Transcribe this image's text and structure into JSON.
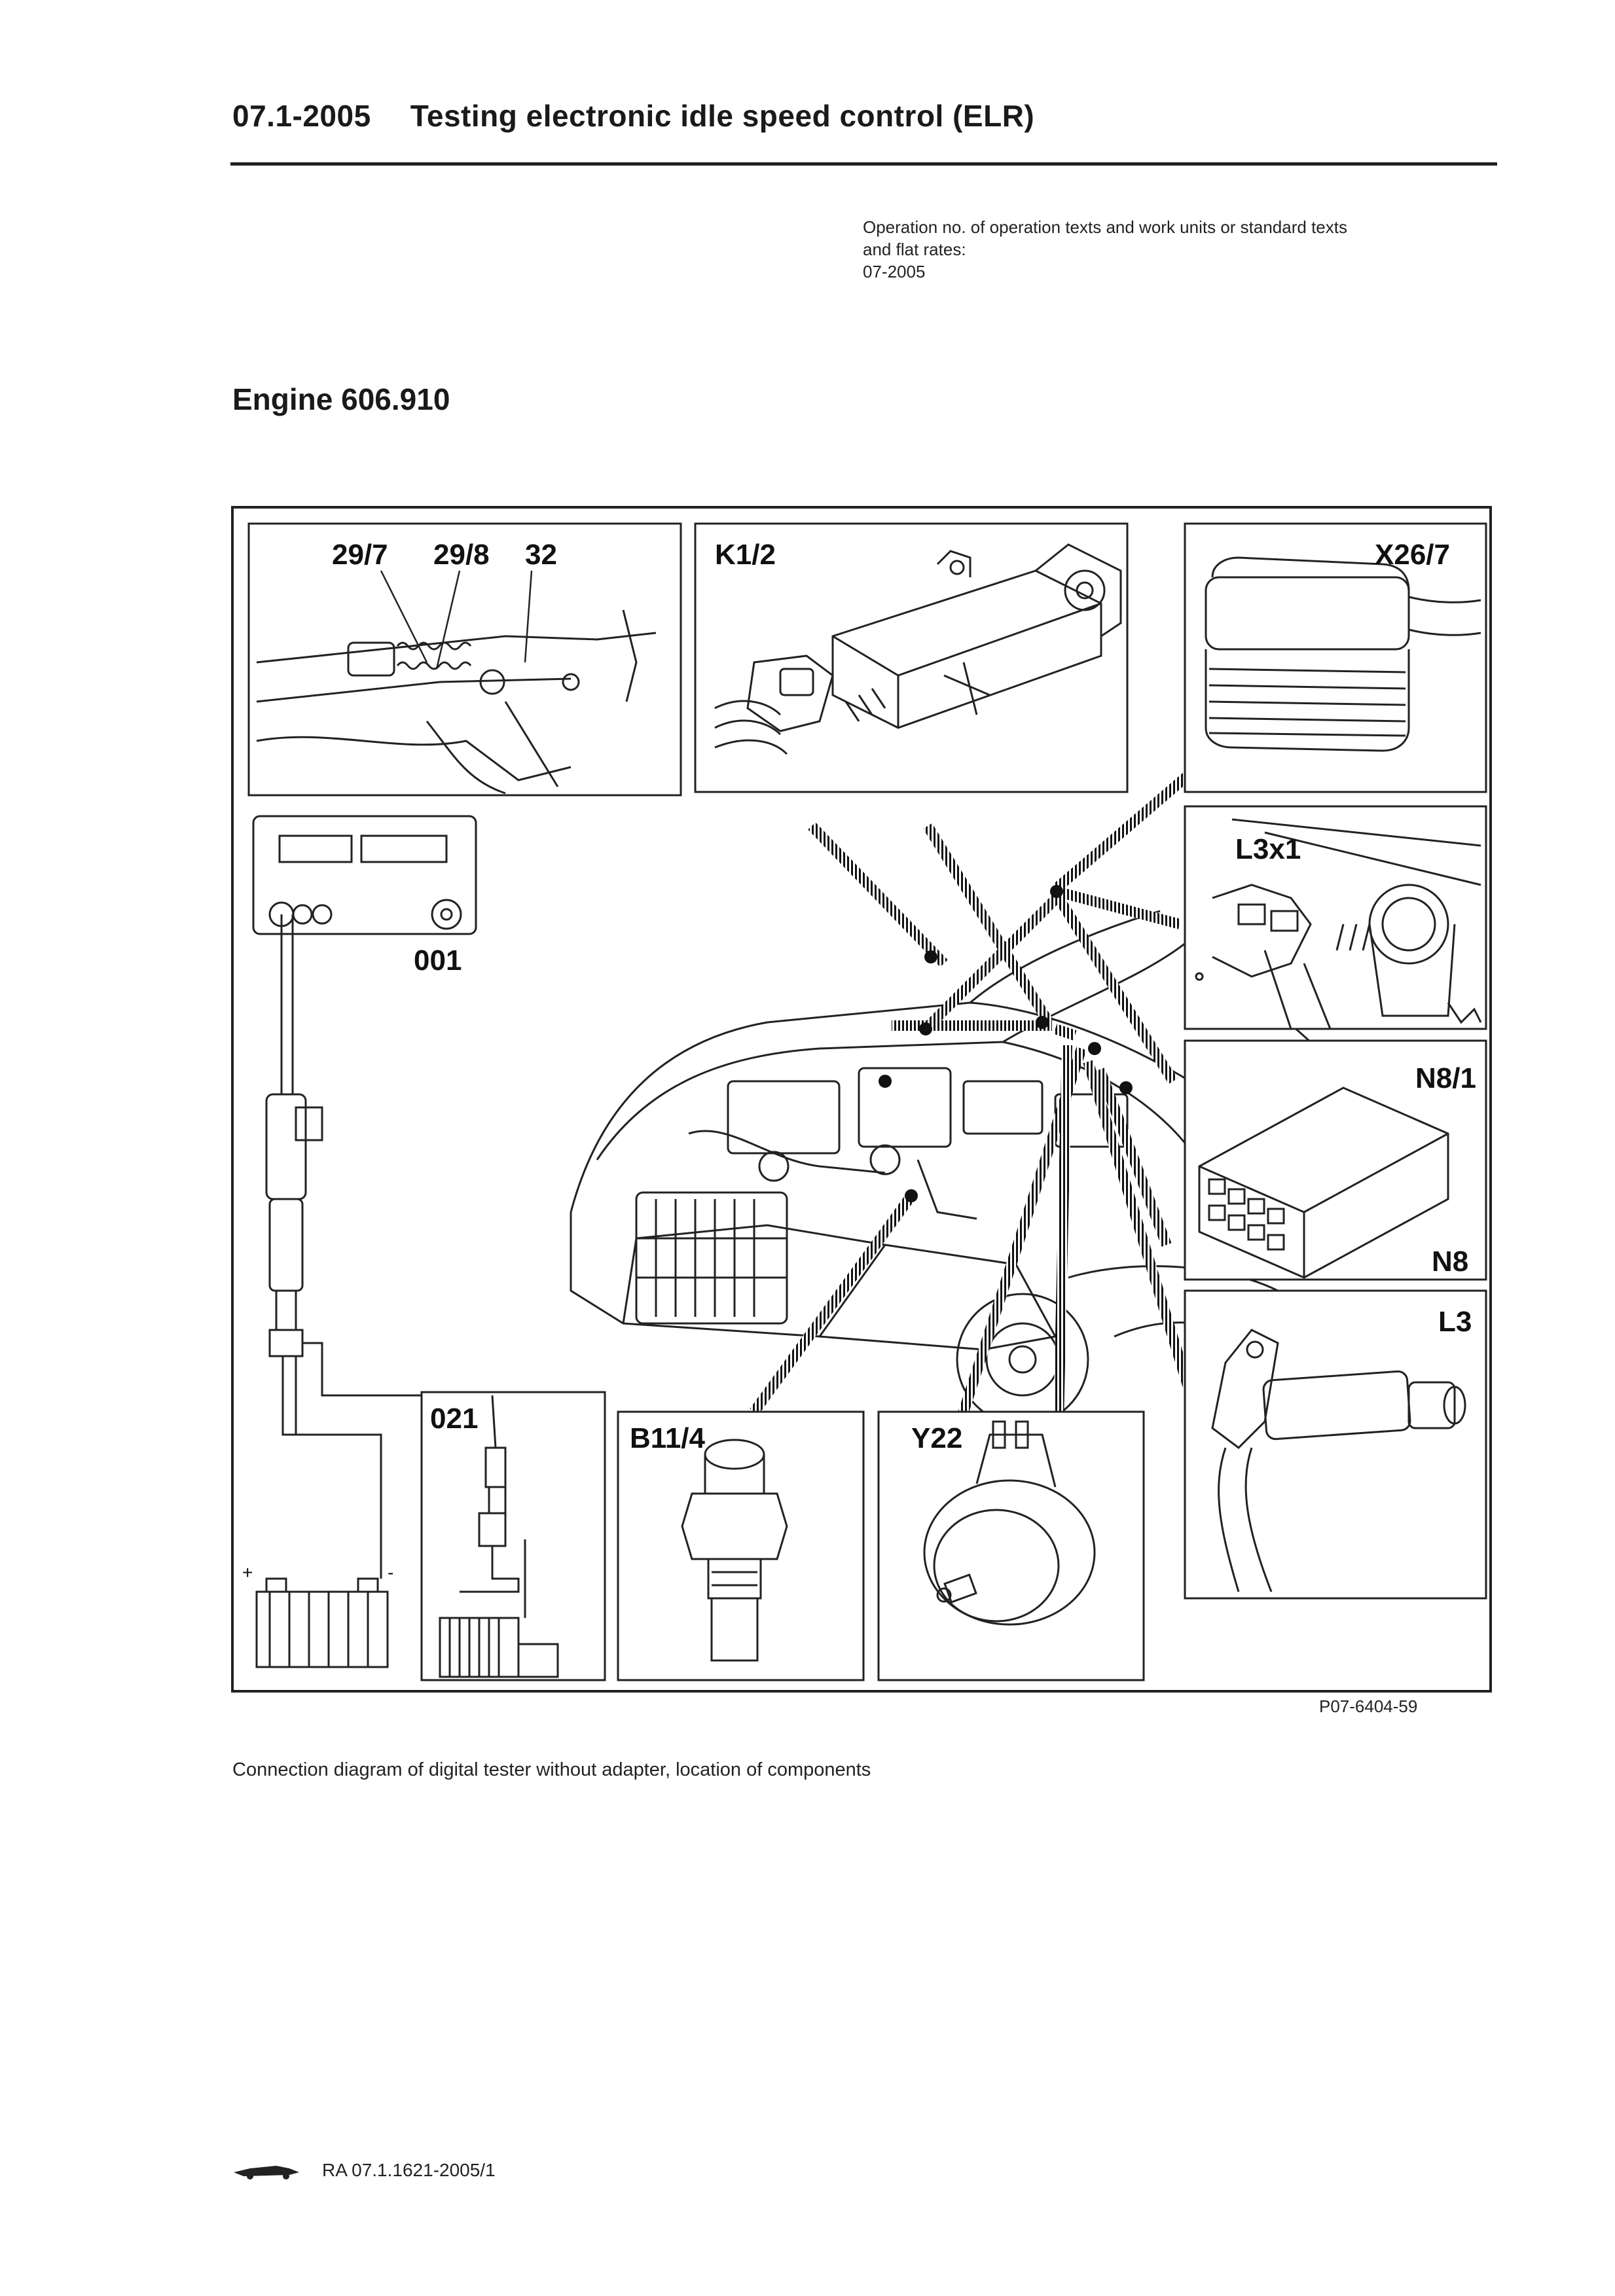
{
  "header": {
    "section_number": "07.1-2005",
    "title": "Testing electronic idle speed control (ELR)"
  },
  "operation_info": {
    "line1": "Operation no. of operation texts and work units or standard texts",
    "line2": "and flat rates:",
    "line3": "07-2005"
  },
  "engine_heading": "Engine 606.910",
  "figure": {
    "labels": {
      "l29_7": "29/7",
      "l29_8": "29/8",
      "l32": "32",
      "k1_2": "K1/2",
      "x26_7": "X26/7",
      "l3x1": "L3x1",
      "n8_1": "N8/1",
      "n8": "N8",
      "l3": "L3",
      "l001": "001",
      "l021": "021",
      "b11_4": "B11/4",
      "y22": "Y22",
      "plus": "+",
      "minus": "-"
    },
    "reference": "P07-6404-59"
  },
  "caption": "Connection diagram of digital tester without adapter, location of components",
  "footer": {
    "doc_code": "RA 07.1.1621-2005/1"
  }
}
